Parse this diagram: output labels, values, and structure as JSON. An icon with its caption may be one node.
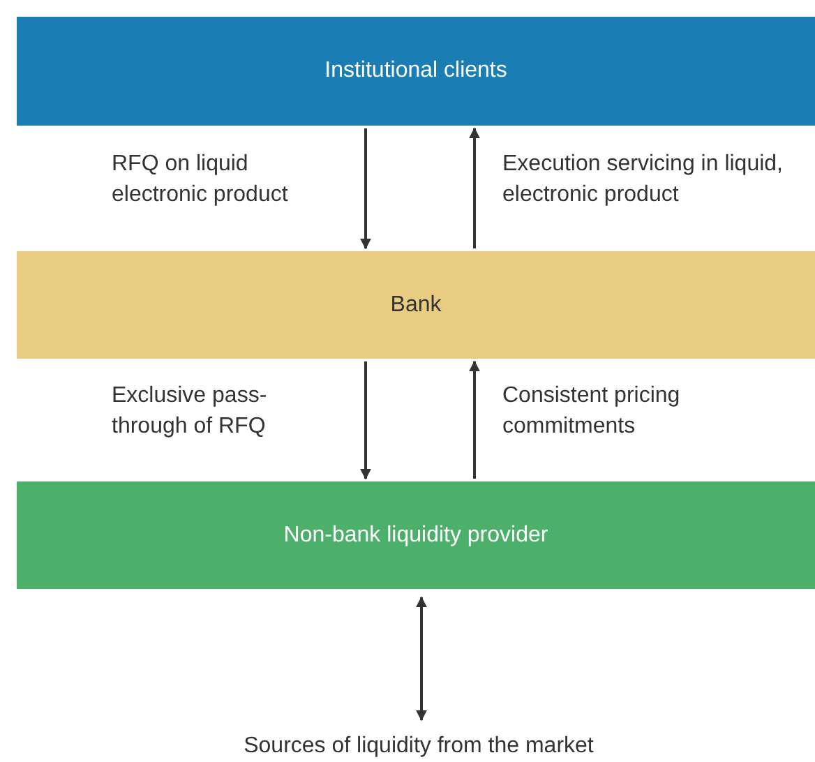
{
  "diagram": {
    "nodes": [
      {
        "text": [
          "Institutional clients"
        ]
      },
      {
        "text": [
          "Bank"
        ]
      },
      {
        "text": [
          "Non-bank liquidity provider"
        ]
      },
      {
        "text": [
          "Sources of liquidity from the market"
        ]
      }
    ],
    "edges": [
      {
        "from": 0,
        "to": 1,
        "arrow": "to",
        "label": "RFQ on liquid electronic product"
      },
      {
        "from": 1,
        "to": 0,
        "arrow": "to",
        "label": "Execution servicing in liquid, electronic product"
      },
      {
        "from": 1,
        "to": 2,
        "arrow": "to",
        "label": "Exclusive pass-through of RFQ"
      },
      {
        "from": 2,
        "to": 1,
        "arrow": "to",
        "label": "Consistent pricing commitments"
      },
      {
        "from": 2,
        "to": 3,
        "arrow": "both"
      }
    ]
  }
}
